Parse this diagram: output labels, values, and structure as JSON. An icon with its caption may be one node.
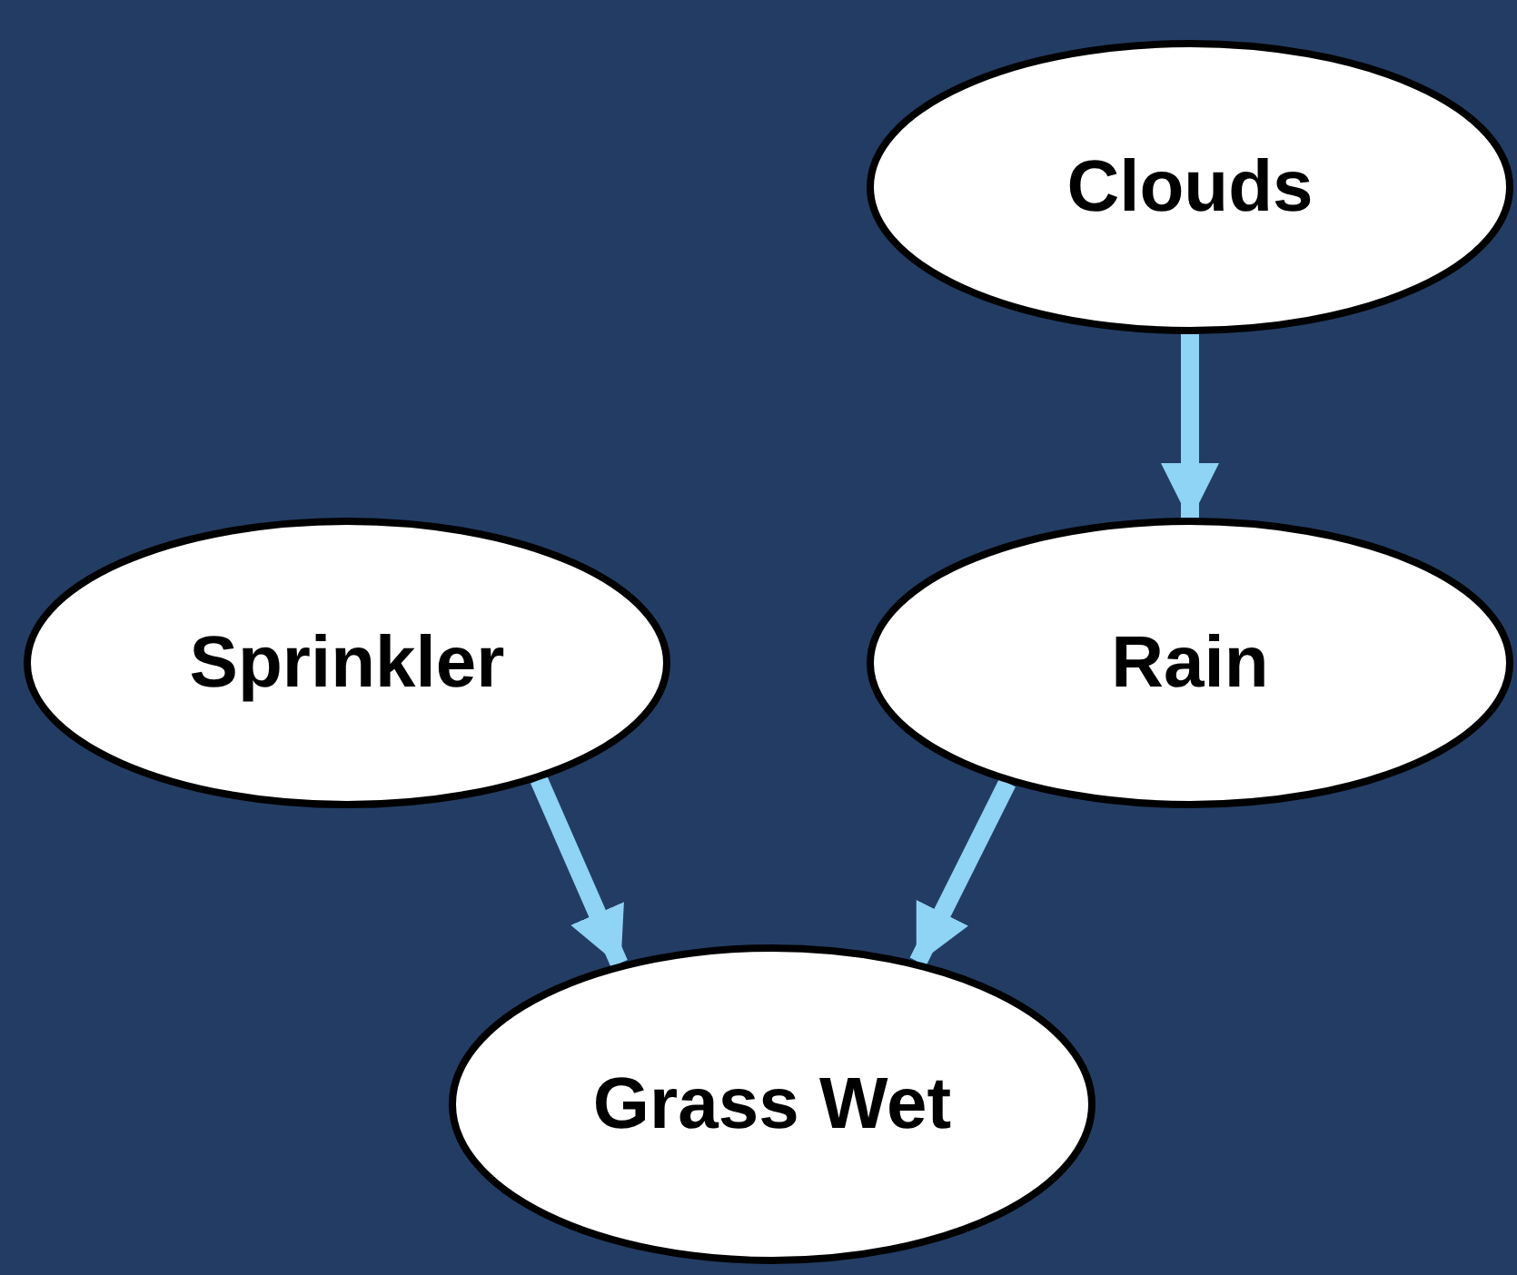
{
  "diagram": {
    "nodes": [
      {
        "text": [
          "Clouds"
        ]
      },
      {
        "text": [
          "Sprinkler"
        ]
      },
      {
        "text": [
          "Rain"
        ]
      },
      {
        "text": [
          "Grass Wet"
        ]
      }
    ],
    "edges": [
      {
        "from": 0,
        "to": 2,
        "arrow": "to"
      },
      {
        "from": 1,
        "to": 3,
        "arrow": "to"
      },
      {
        "from": 2,
        "to": 3,
        "arrow": "to"
      }
    ]
  }
}
